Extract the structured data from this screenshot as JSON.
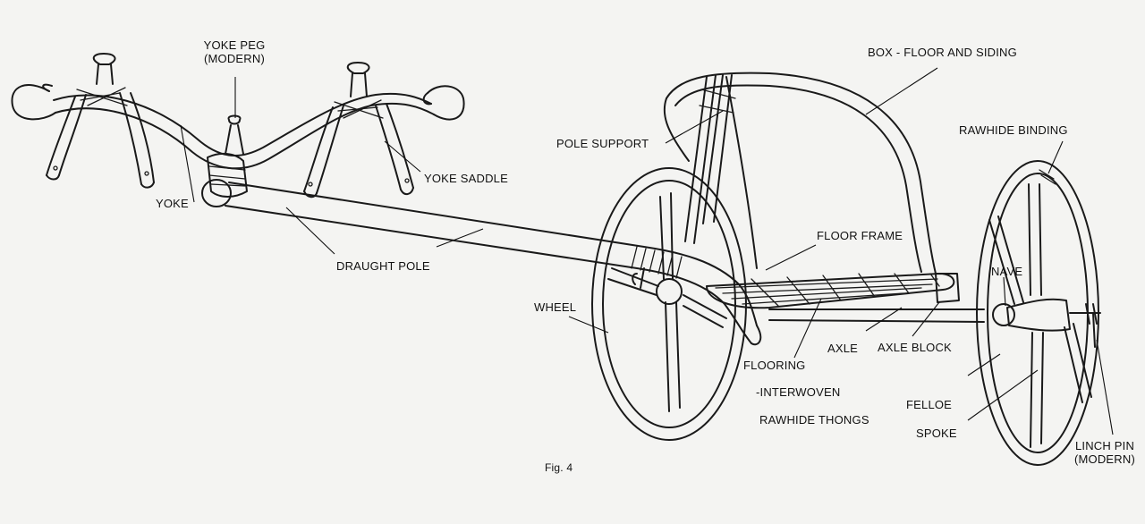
{
  "labels": {
    "yoke_peg": "YOKE PEG",
    "yoke_peg_sub": "(MODERN)",
    "box": "BOX - FLOOR AND SIDING",
    "rawhide_binding": "RAWHIDE BINDING",
    "pole_support": "POLE SUPPORT",
    "yoke_saddle": "YOKE SADDLE",
    "yoke": "YOKE",
    "floor_frame": "FLOOR FRAME",
    "draught_pole": "DRAUGHT POLE",
    "nave": "NAVE",
    "wheel": "WHEEL",
    "axle": "AXLE",
    "axle_block": "AXLE BLOCK",
    "flooring": "FLOORING",
    "flooring_2": "-INTERWOVEN",
    "flooring_3": "RAWHIDE THONGS",
    "felloe": "FELLOE",
    "spoke": "SPOKE",
    "linch_pin": "LINCH PIN",
    "linch_pin_sub": "(MODERN)",
    "fig": "Fig. 4"
  },
  "colors": {
    "ink": "#1a1a1a",
    "paper": "#f4f4f2"
  }
}
